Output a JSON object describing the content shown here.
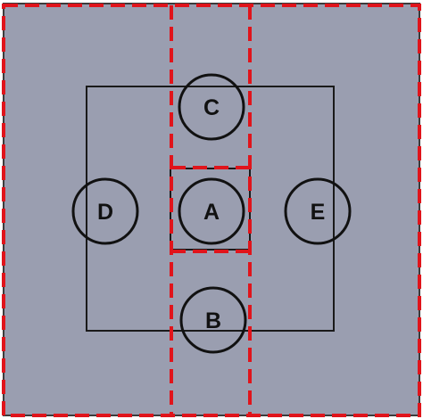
{
  "colors": {
    "panel_fill": "#9a9eb0",
    "panel_border": "#3b3b3b",
    "dashed_lines": "#e0141b",
    "inner_square": "#1a1a1a",
    "circles": "#111111"
  },
  "circles": {
    "A": "A",
    "B": "B",
    "C": "C",
    "D": "D",
    "E": "E"
  }
}
